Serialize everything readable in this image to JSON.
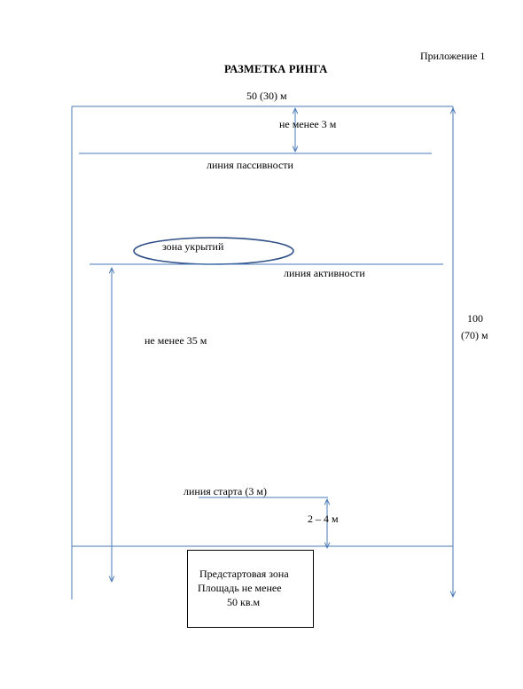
{
  "appendix_label": "Приложение 1",
  "title": "РАЗМЕТКА РИНГА",
  "width_label": "50 (30) м",
  "min_3m_label": "не менее 3 м",
  "passivity_line_label": "линия пассивности",
  "cover_zone_label": "зона укрытий",
  "activity_line_label": "линия активности",
  "length_label_line1": "100",
  "length_label_line2": "(70) м",
  "min_35m_label": "не менее 35 м",
  "start_line_label": "линия старта (3 м)",
  "start_distance_label": "2 – 4 м",
  "prestart_zone": {
    "line1": "Предстартовая зона",
    "line2": "Площадь не менее",
    "line3": "50 кв.м"
  },
  "colors": {
    "line": "#4a7ab8",
    "ellipse": "#2f4f86",
    "text": "#000000"
  }
}
